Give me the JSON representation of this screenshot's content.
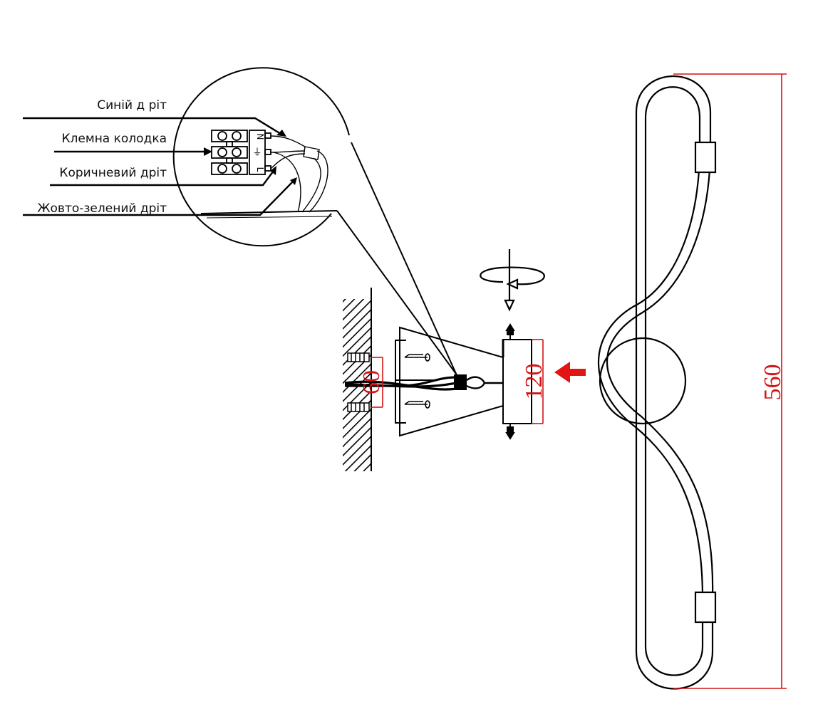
{
  "callouts": {
    "blue_wire": "Синій д ріт",
    "terminal_block": "Клемна колодка",
    "brown_wire": "Коричневий дріт",
    "earth_wire": "Жовто-зелений дріт"
  },
  "terminal_marks": {
    "neutral": "N",
    "earth": "⏚",
    "live": "L"
  },
  "dimensions": {
    "bracket_small": "60",
    "bracket_large": "120",
    "lamp_height": "560"
  },
  "colors": {
    "line": "#000000",
    "dimension": "#d41414"
  }
}
